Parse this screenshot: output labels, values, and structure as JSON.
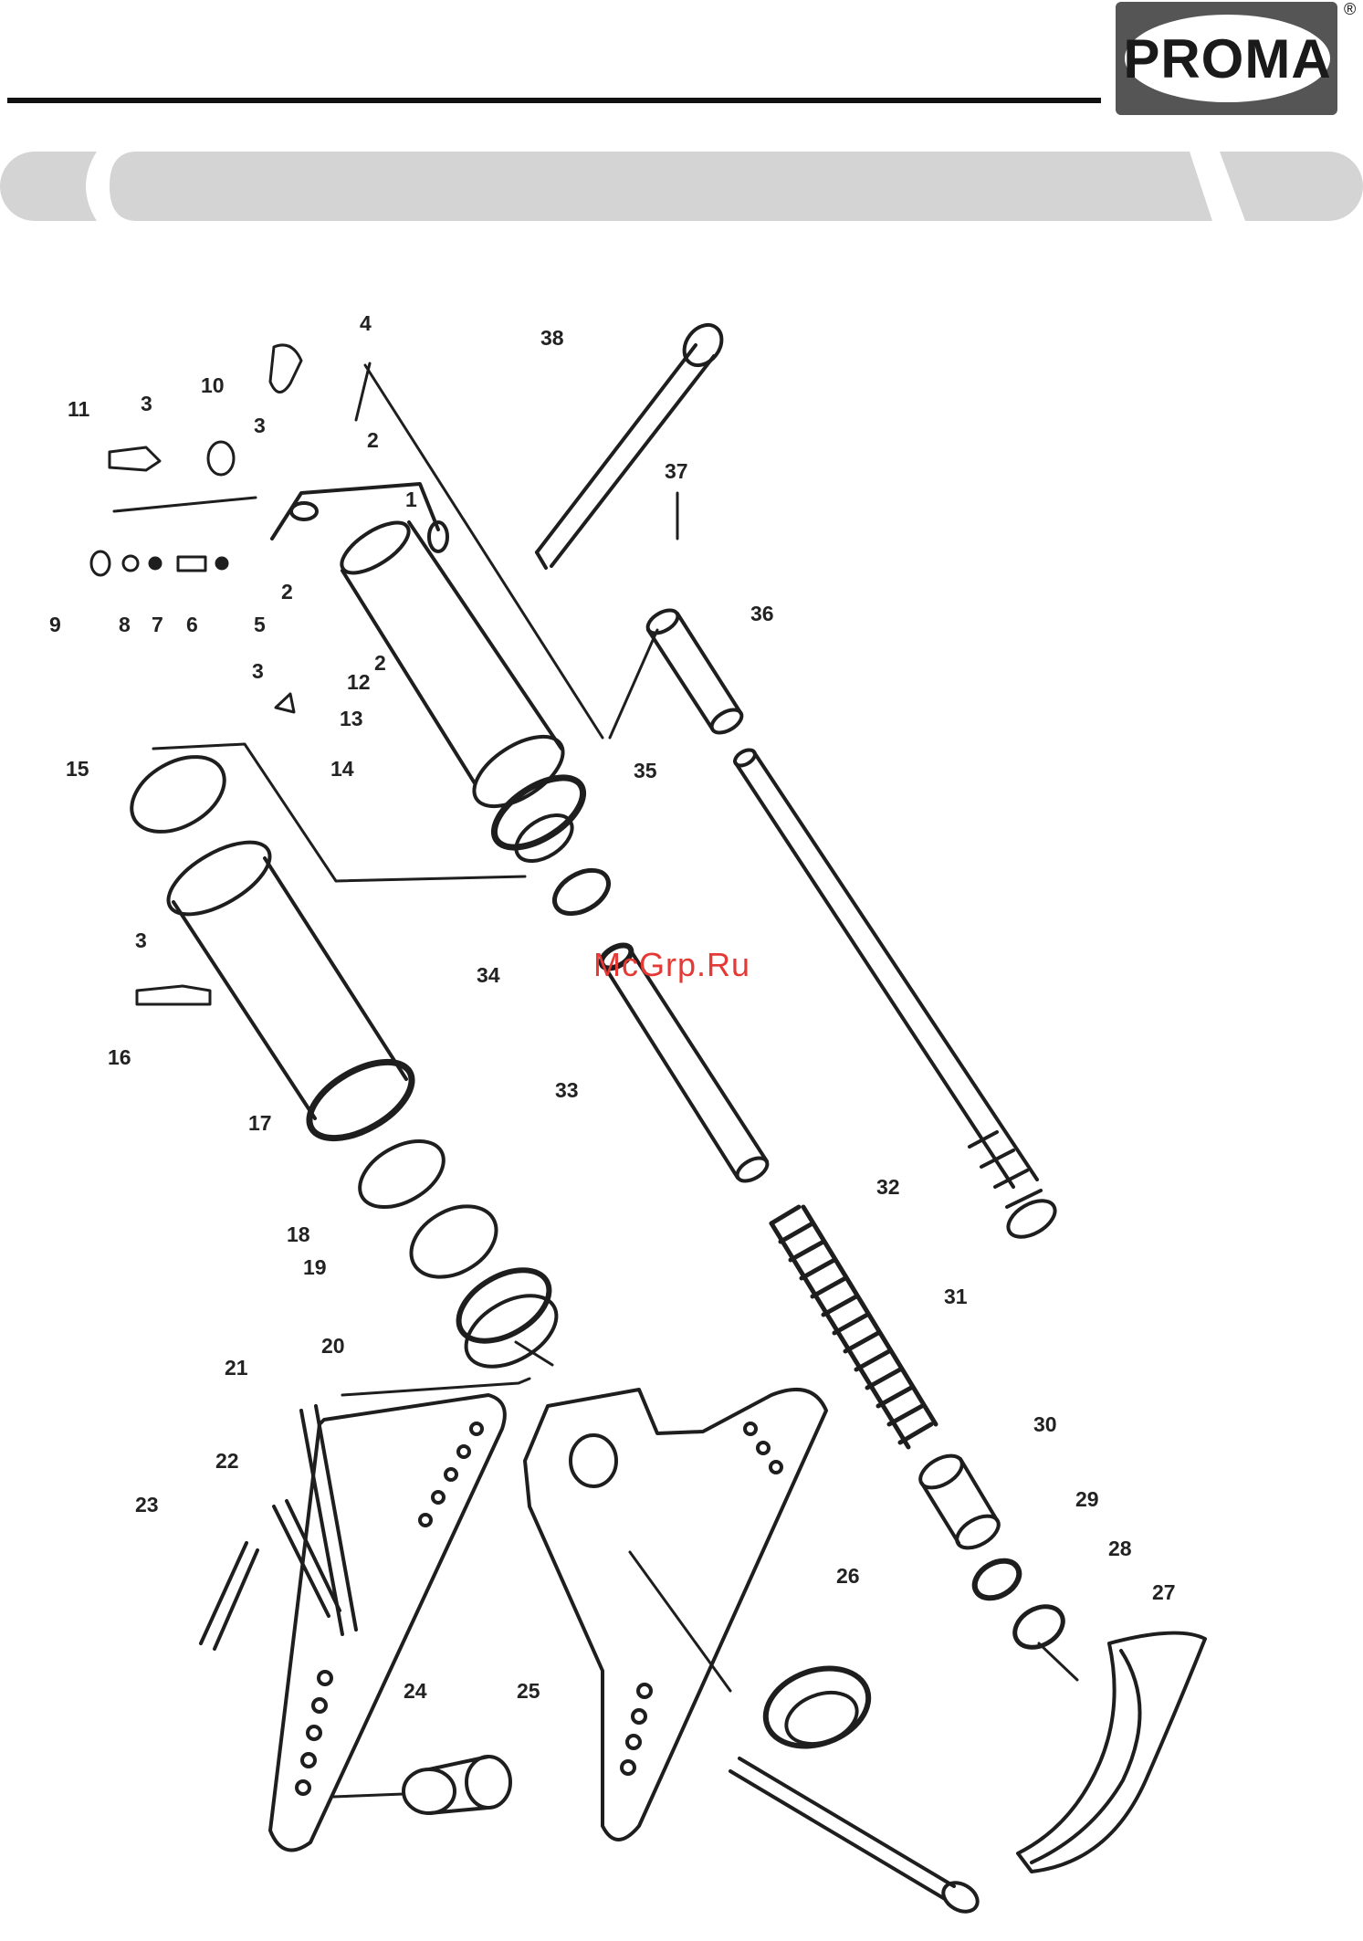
{
  "header": {
    "brand": "PROMA",
    "registered_mark": "®"
  },
  "watermark": "McGrp.Ru",
  "part_labels": [
    "1",
    "2",
    "2",
    "2",
    "3",
    "3",
    "3",
    "3",
    "4",
    "5",
    "6",
    "7",
    "8",
    "9",
    "10",
    "11",
    "12",
    "13",
    "14",
    "15",
    "16",
    "17",
    "18",
    "19",
    "20",
    "21",
    "22",
    "23",
    "24",
    "25",
    "26",
    "27",
    "28",
    "29",
    "30",
    "31",
    "32",
    "33",
    "34",
    "35",
    "36",
    "37",
    "38"
  ]
}
